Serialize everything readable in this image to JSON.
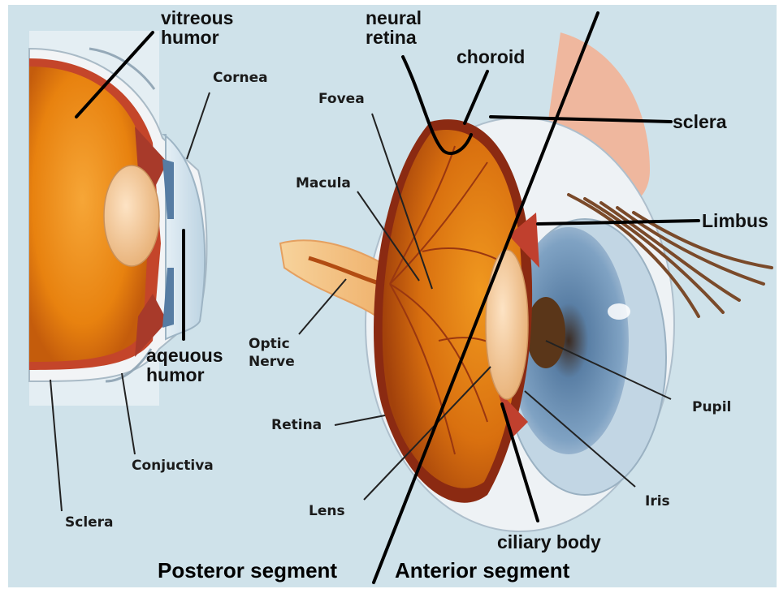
{
  "colors": {
    "background": "#cfe2ea",
    "sclera": "#f2f4f6",
    "vitreous": "#e8820f",
    "retina_dark": "#b34a10",
    "iris": "#6f93b6",
    "lens": "#f1c79a",
    "leader": "#222222",
    "bold_line": "#000000"
  },
  "labels": {
    "vitreous_humor": [
      "vitreous",
      "humor"
    ],
    "cornea": "Cornea",
    "aqueous_humor": [
      "aqeuous",
      "humor"
    ],
    "conjunctiva": "Conjuctiva",
    "sclera_left": "Sclera",
    "neural_retina": [
      "neural",
      "retina"
    ],
    "choroid": "choroid",
    "sclera_right": "sclera",
    "fovea": "Fovea",
    "macula": "Macula",
    "limbus": "Limbus",
    "optic_nerve": [
      "Optic",
      "Nerve"
    ],
    "retina": "Retina",
    "lens": "Lens",
    "pupil": "Pupil",
    "iris": "Iris",
    "ciliary_body": "ciliary body",
    "posterior_segment": "Posteror segment",
    "anterior_segment": "Anterior segment"
  }
}
